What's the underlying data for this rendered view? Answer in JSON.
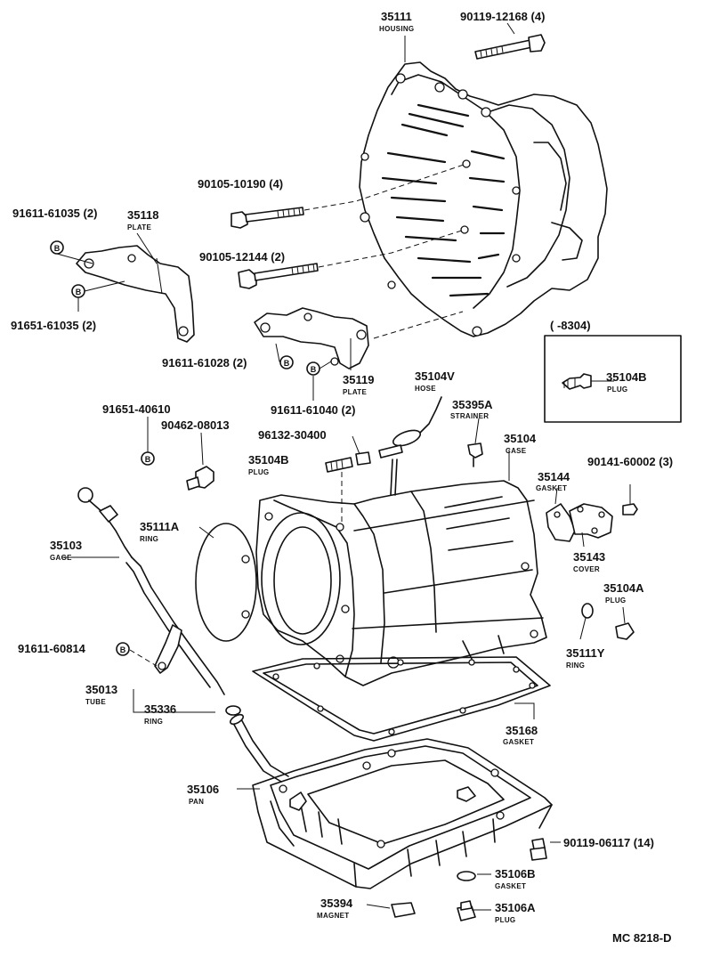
{
  "diagram_code": "MC 8218-D",
  "parts": [
    {
      "id": "p35111",
      "number": "35111",
      "name": "HOUSING"
    },
    {
      "id": "p90119a",
      "number": "90119-12168 (4)",
      "name": ""
    },
    {
      "id": "p90105a",
      "number": "90105-10190 (4)",
      "name": ""
    },
    {
      "id": "p91611a",
      "number": "91611-61035 (2)",
      "name": ""
    },
    {
      "id": "p35118",
      "number": "35118",
      "name": "PLATE"
    },
    {
      "id": "p90105b",
      "number": "90105-12144 (2)",
      "name": ""
    },
    {
      "id": "p91651a",
      "number": "91651-61035 (2)",
      "name": ""
    },
    {
      "id": "p91611b",
      "number": "91611-61028 (2)",
      "name": ""
    },
    {
      "id": "p35119",
      "number": "35119",
      "name": "PLATE"
    },
    {
      "id": "p91611c",
      "number": "91611-61040 (2)",
      "name": ""
    },
    {
      "id": "p35104Bx",
      "number": "35104B",
      "name": "PLUG"
    },
    {
      "id": "p35104V",
      "number": "35104V",
      "name": "HOSE"
    },
    {
      "id": "p35395A",
      "number": "35395A",
      "name": "STRAINER"
    },
    {
      "id": "p91651b",
      "number": "91651-40610",
      "name": ""
    },
    {
      "id": "p90462",
      "number": "90462-08013",
      "name": ""
    },
    {
      "id": "p96132",
      "number": "96132-30400",
      "name": ""
    },
    {
      "id": "p35104Bc",
      "number": "35104B",
      "name": "PLUG"
    },
    {
      "id": "p35104",
      "number": "35104",
      "name": "CASE"
    },
    {
      "id": "p90141",
      "number": "90141-60002 (3)",
      "name": ""
    },
    {
      "id": "p35144",
      "number": "35144",
      "name": "GASKET"
    },
    {
      "id": "p35143",
      "number": "35143",
      "name": "COVER"
    },
    {
      "id": "p35111A",
      "number": "35111A",
      "name": "RING"
    },
    {
      "id": "p35103",
      "number": "35103",
      "name": "GAGE"
    },
    {
      "id": "p35104A",
      "number": "35104A",
      "name": "PLUG"
    },
    {
      "id": "p35111Y",
      "number": "35111Y",
      "name": "RING"
    },
    {
      "id": "p91611d",
      "number": "91611-60814",
      "name": ""
    },
    {
      "id": "p35013",
      "number": "35013",
      "name": "TUBE"
    },
    {
      "id": "p35336",
      "number": "35336",
      "name": "RING"
    },
    {
      "id": "p35168",
      "number": "35168",
      "name": "GASKET"
    },
    {
      "id": "p35106",
      "number": "35106",
      "name": "PAN"
    },
    {
      "id": "p90119b",
      "number": "90119-06117 (14)",
      "name": ""
    },
    {
      "id": "p35106B",
      "number": "35106B",
      "name": "GASKET"
    },
    {
      "id": "p35394",
      "number": "35394",
      "name": "MAGNET"
    },
    {
      "id": "p35106A",
      "number": "35106A",
      "name": "PLUG"
    }
  ],
  "inset": {
    "range": "(      -8304)"
  },
  "bolt_marker": "B"
}
